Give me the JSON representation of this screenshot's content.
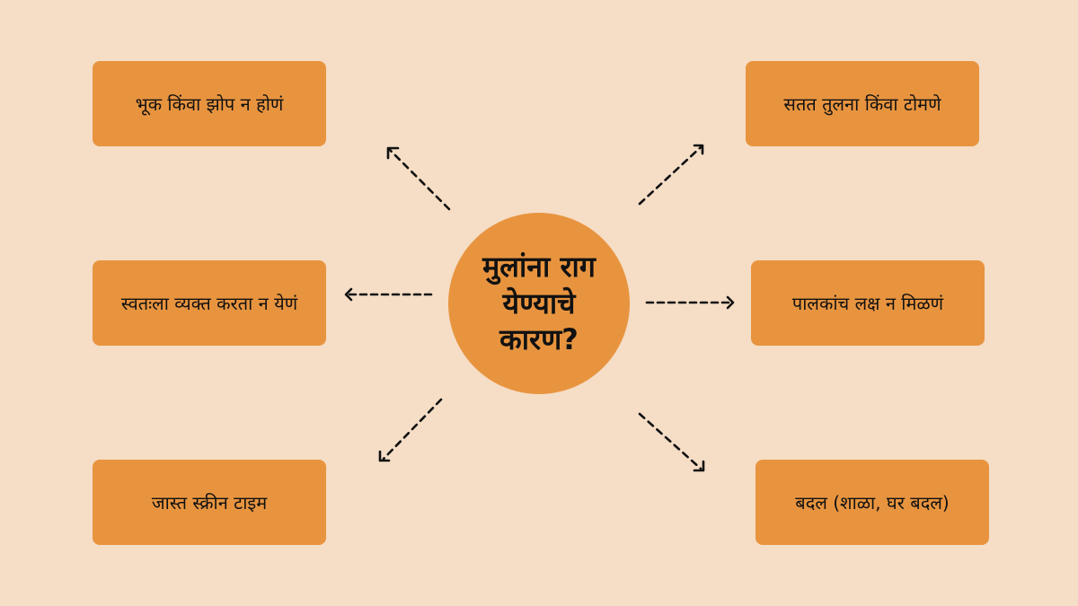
{
  "diagram": {
    "title": "मुलांना राग येण्याचे कारण?",
    "title_lines": [
      "मुलांना राग",
      "येण्याचे",
      "कारण?"
    ],
    "colors": {
      "background": "#F5DDC6",
      "node_fill": "#E8943F",
      "text": "#111111",
      "arrow": "#111111"
    },
    "causes": [
      {
        "id": "top-left",
        "label": "भूक किंवा झोप न होणं"
      },
      {
        "id": "top-right",
        "label": "सतत तुलना किंवा टोमणे"
      },
      {
        "id": "middle-left",
        "label": "स्वतःला व्यक्त करता न येणं"
      },
      {
        "id": "middle-right",
        "label": "पालकांच लक्ष न मिळणं"
      },
      {
        "id": "bottom-left",
        "label": "जास्त स्क्रीन टाइम"
      },
      {
        "id": "bottom-right",
        "label": "बदल (शाळा, घर बदल)"
      }
    ],
    "arrows": [
      {
        "to": "top-left",
        "style": "dashed"
      },
      {
        "to": "top-right",
        "style": "dashed"
      },
      {
        "to": "middle-left",
        "style": "dashed"
      },
      {
        "to": "middle-right",
        "style": "dashed"
      },
      {
        "to": "bottom-left",
        "style": "dashed"
      },
      {
        "to": "bottom-right",
        "style": "dashed"
      }
    ]
  }
}
